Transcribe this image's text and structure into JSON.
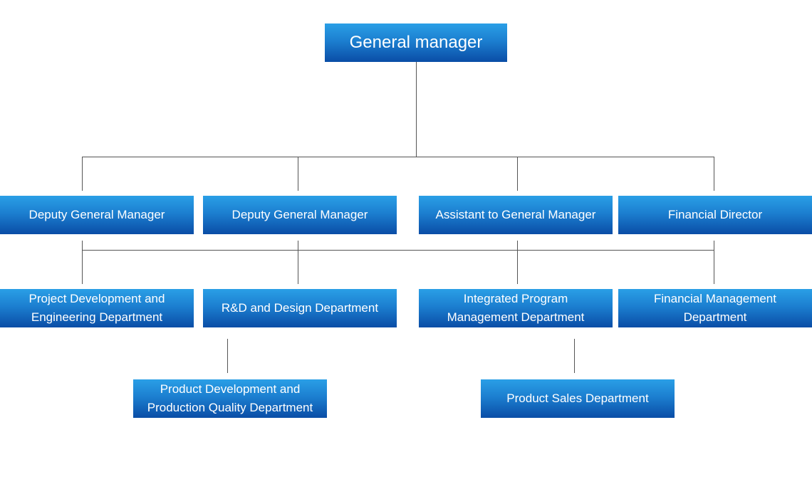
{
  "org_chart": {
    "root": "General manager",
    "level1": [
      "Deputy General Manager",
      "Deputy General Manager",
      "Assistant to General Manager",
      "Financial Director"
    ],
    "level2": [
      [
        "Project Development and",
        "Engineering Department"
      ],
      [
        "R&D and Design Department"
      ],
      [
        "Integrated Program",
        "Management Department"
      ],
      [
        "Financial Management",
        "Department"
      ]
    ],
    "level3": [
      [
        "Product Development and",
        "Production Quality Department"
      ],
      [
        "Product Sales Department"
      ]
    ]
  },
  "colors": {
    "box_top": "#2a9fe6",
    "box_bottom": "#0a4da6",
    "connector": "#555555",
    "text": "#ffffff"
  }
}
